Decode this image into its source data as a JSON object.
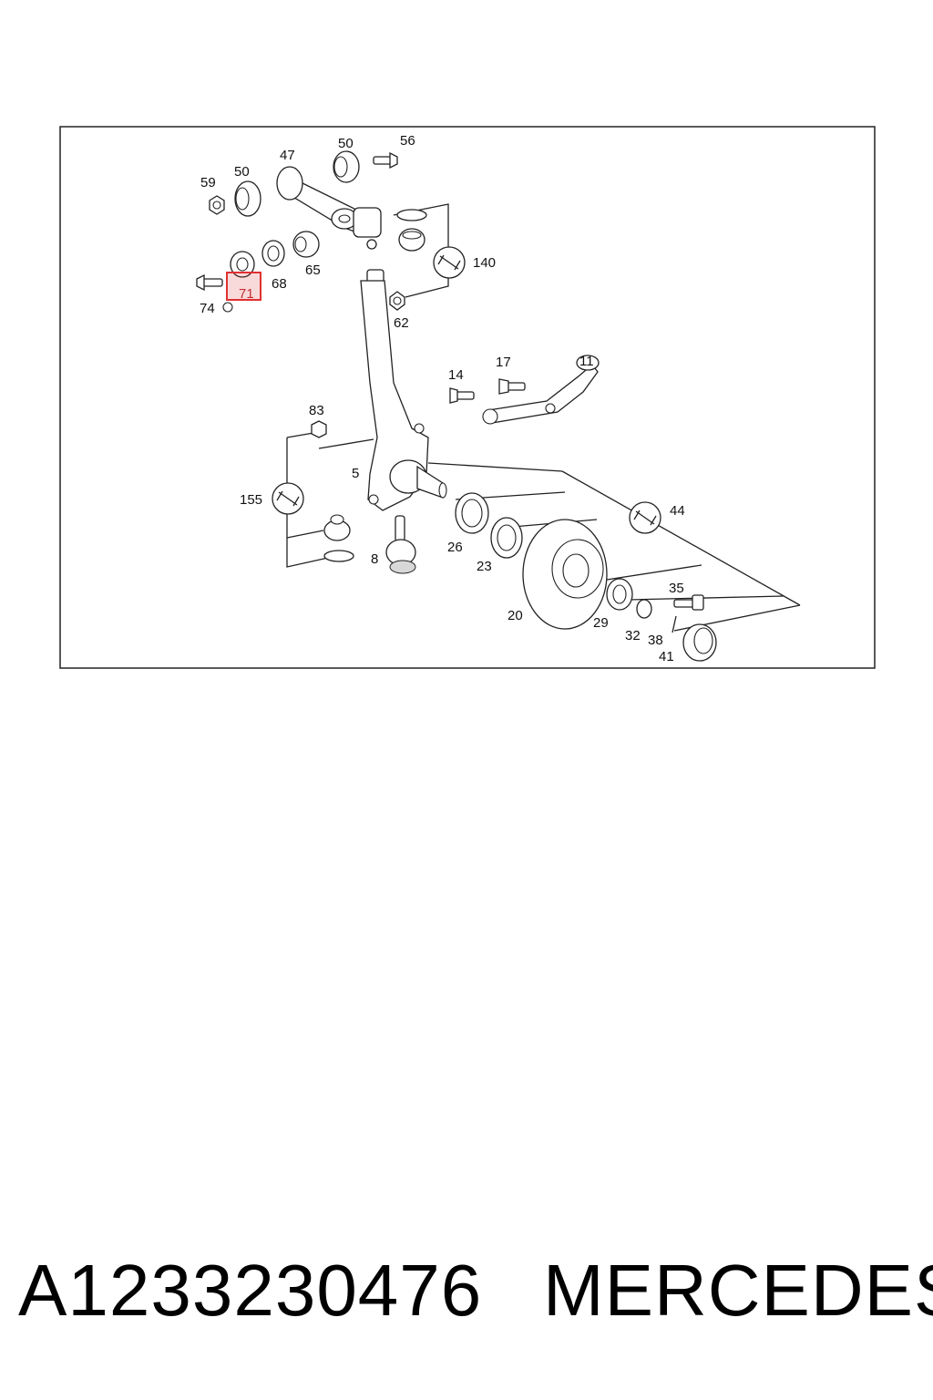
{
  "diagram": {
    "callouts": [
      "59",
      "50",
      "47",
      "50",
      "56",
      "140",
      "65",
      "68",
      "71",
      "74",
      "62",
      "14",
      "17",
      "11",
      "83",
      "5",
      "155",
      "44",
      "26",
      "23",
      "8",
      "35",
      "20",
      "29",
      "32",
      "38",
      "41"
    ],
    "highlighted_callout": "71",
    "highlight_color": "#e03030"
  },
  "footer": {
    "part_number": "A1233230476",
    "brand": "MERCEDES"
  }
}
